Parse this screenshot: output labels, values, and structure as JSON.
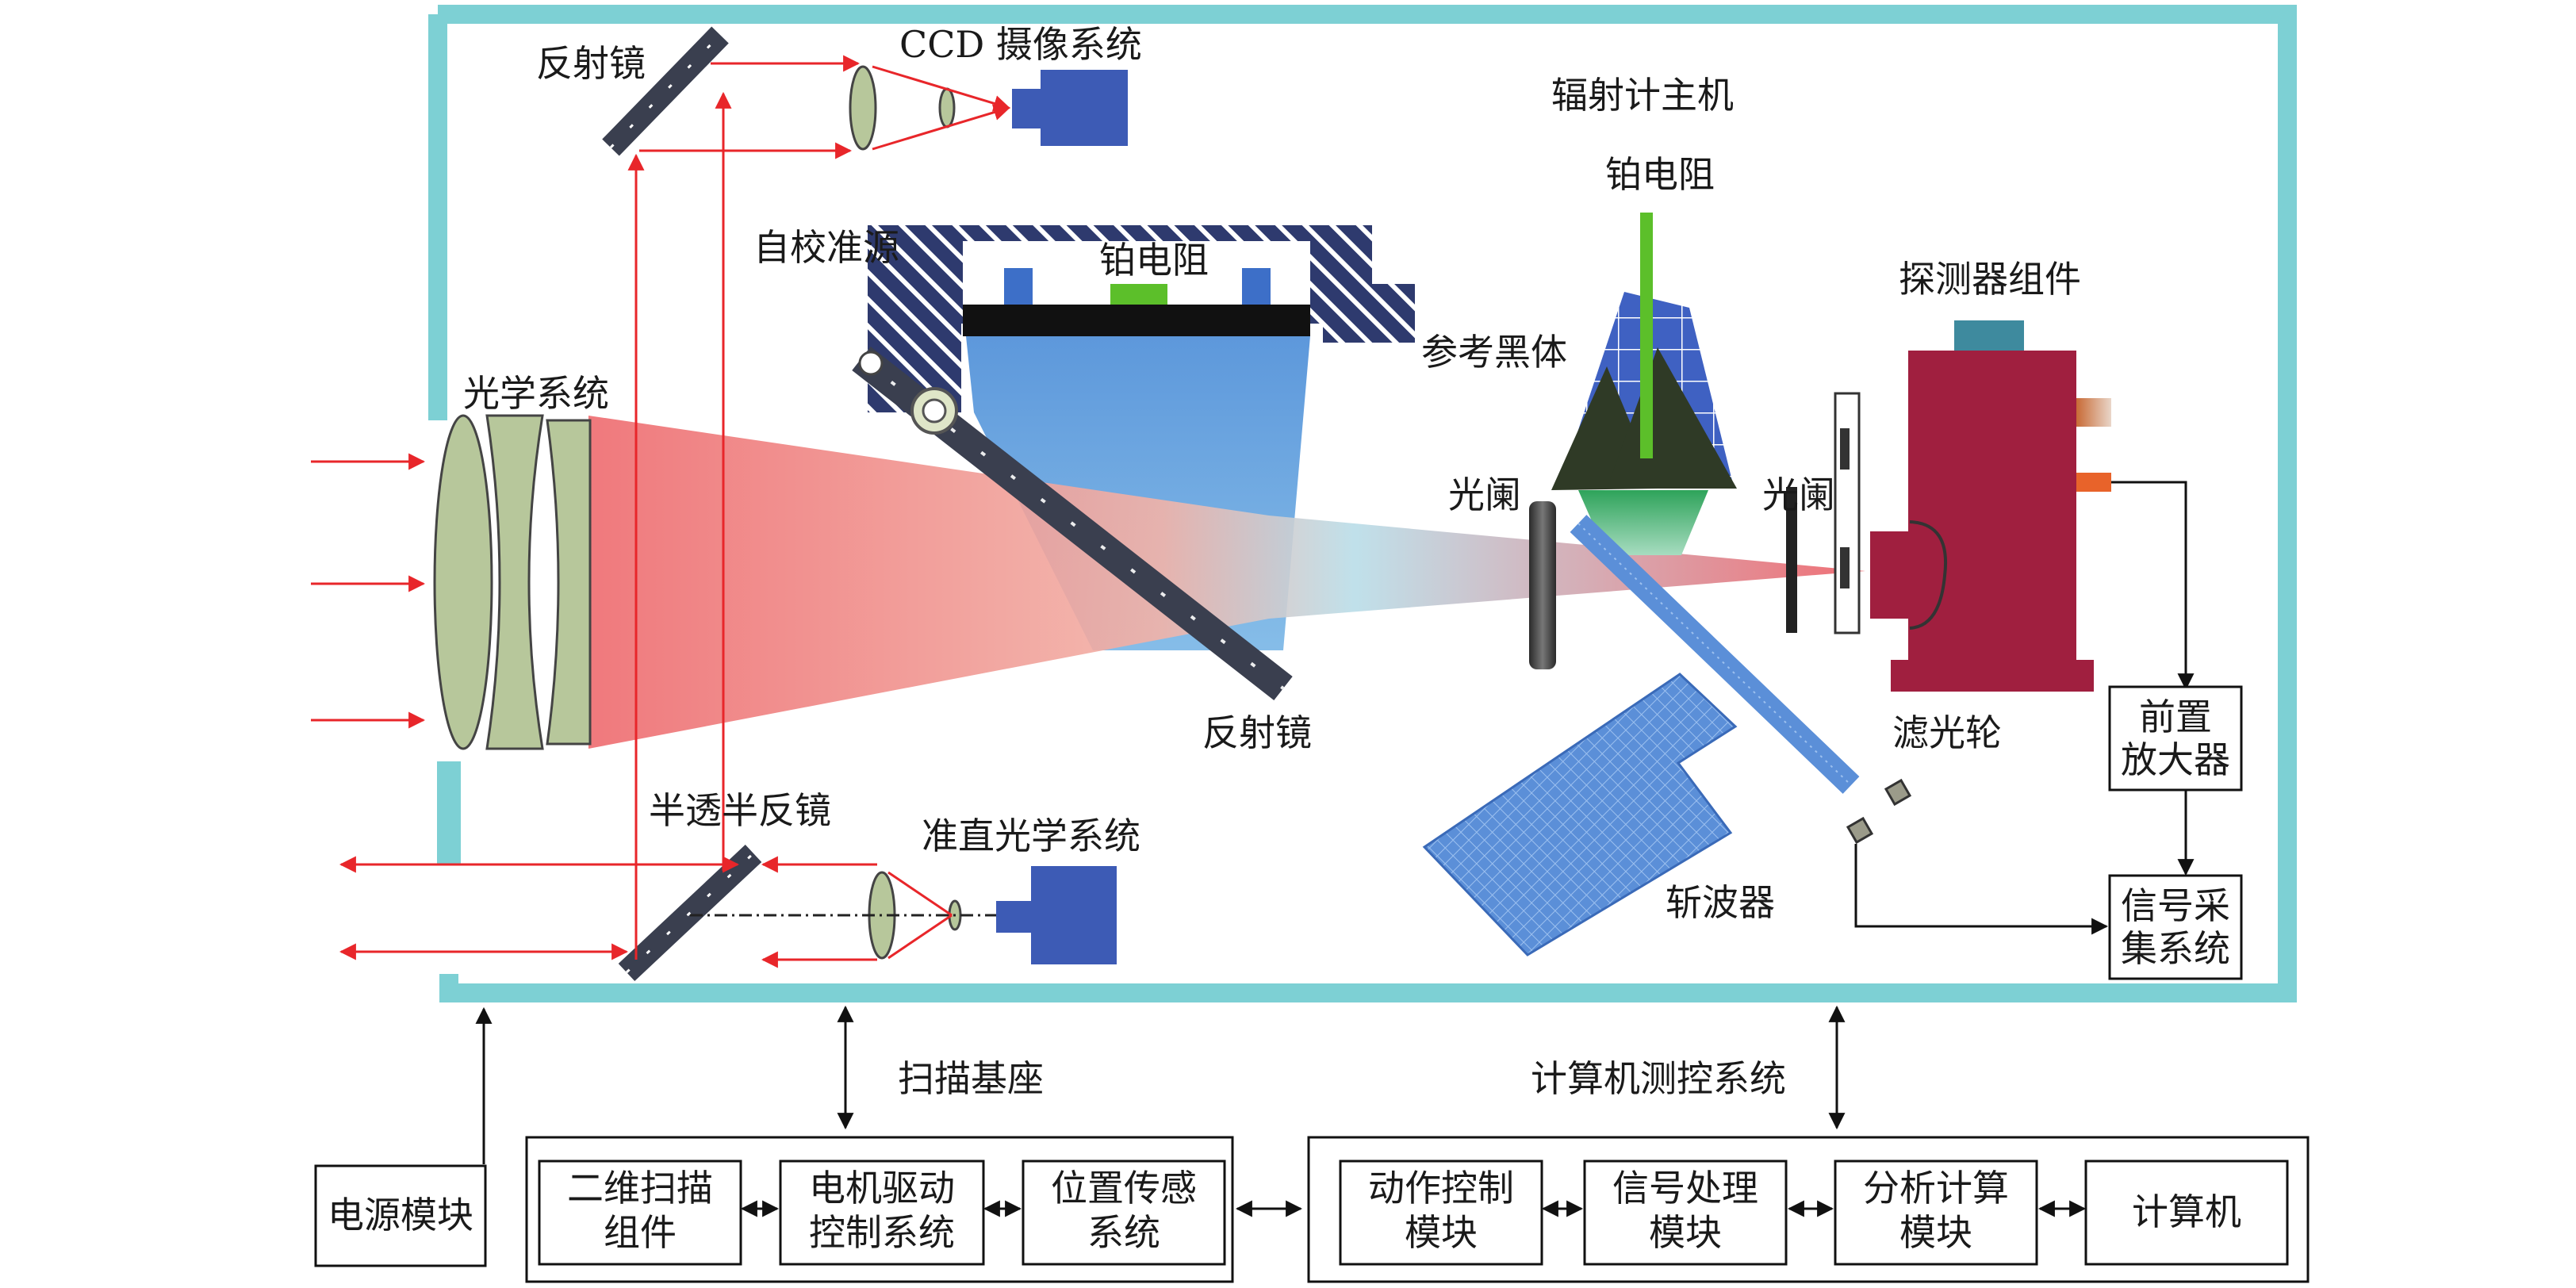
{
  "labels": {
    "mirror_top": "反射镜",
    "ccd": "CCD 摄像系统",
    "radiometer_host": "辐射计主机",
    "pt_resistor_top": "铂电阻",
    "self_cal_source": "自校准源",
    "pt_resistor_inner": "铂电阻",
    "reference_blackbody": "参考黑体",
    "detector_assembly": "探测器组件",
    "optical_system": "光学系统",
    "aperture_left": "光阑",
    "aperture_right": "光阑",
    "mirror_mid": "反射镜",
    "filter_wheel": "滤光轮",
    "semi_mirror": "半透半反镜",
    "collimator": "准直光学系统",
    "chopper": "斩波器",
    "scan_base": "扫描基座",
    "computer_control": "计算机测控系统"
  },
  "boxes": {
    "preamp": [
      "前置",
      "放大器"
    ],
    "signal_acq": [
      "信号采",
      "集系统"
    ],
    "power": "电源模块",
    "scan_2d": [
      "二维扫描",
      "组件"
    ],
    "motor_drive": [
      "电机驱动",
      "控制系统"
    ],
    "position_sensor": [
      "位置传感",
      "系统"
    ],
    "action_control": [
      "动作控制",
      "模块"
    ],
    "signal_proc": [
      "信号处理",
      "模块"
    ],
    "analysis": [
      "分析计算",
      "模块"
    ],
    "computer": "计算机"
  },
  "colors": {
    "housing": "#7dd0d4",
    "arrow_red": "#e8262a",
    "lens_green": "#b7c79b",
    "detector_red": "#a01f3f",
    "camera_blue": "#3d5bb5",
    "chopper_blue": "#4f86d6",
    "sensor_green": "#5cbf2a",
    "mirror_dark": "#3a3f4f"
  }
}
